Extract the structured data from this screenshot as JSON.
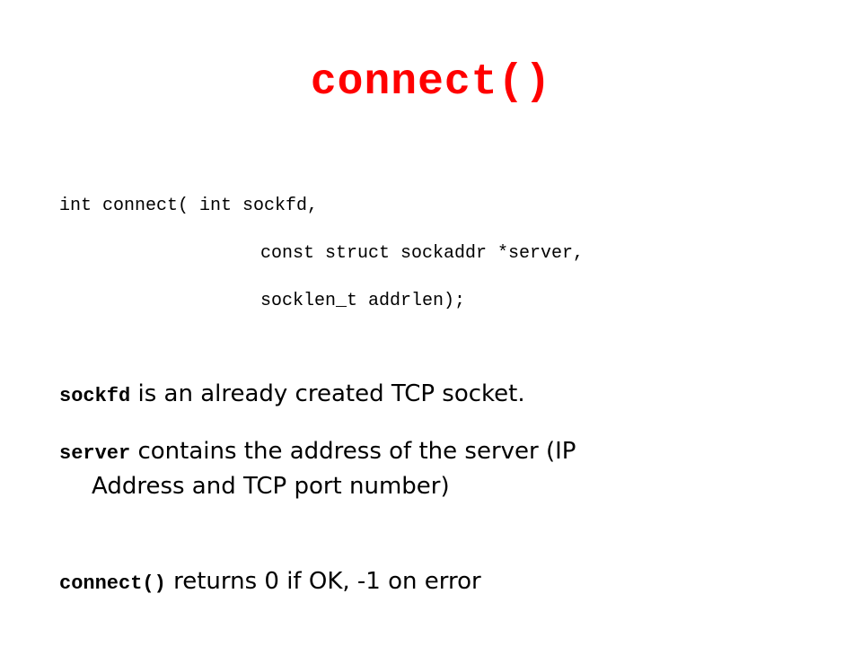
{
  "slide": {
    "title": "connect()",
    "code_lines": [
      "int connect( int sockfd,",
      "const struct sockaddr *server,",
      "socklen_t addrlen);"
    ],
    "points": [
      {
        "keyword": "sockfd",
        "text": " is an already created TCP socket."
      },
      {
        "keyword": "server",
        "text": " contains the address of the server (IP",
        "text_line2": "Address and TCP port number)"
      },
      {
        "keyword": "connect()",
        "text": " returns 0 if OK,  -1 on error"
      }
    ],
    "colors": {
      "title": "#ff0000",
      "text": "#000000",
      "background": "#ffffff"
    }
  }
}
